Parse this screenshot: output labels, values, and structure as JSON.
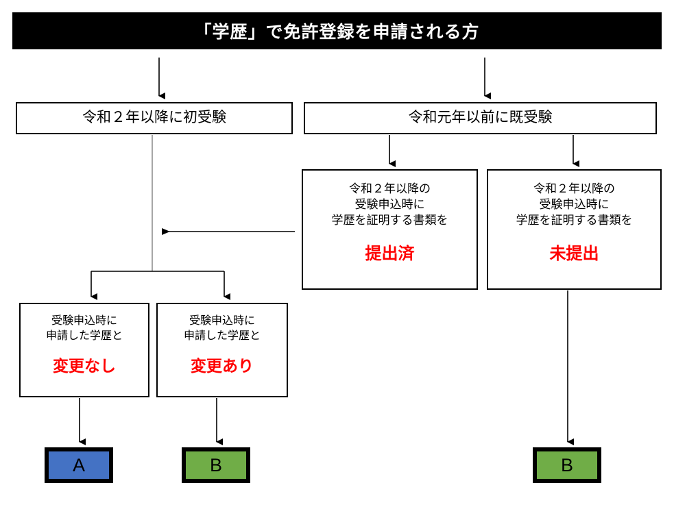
{
  "title": {
    "text": "「学歴」で免許登録を申請される方",
    "background": "#000000",
    "color": "#ffffff"
  },
  "colors": {
    "emphasis_red": "#ff0000",
    "result_a_fill": "#4472c4",
    "result_b_fill": "#70ad47",
    "border": "#000000",
    "page_background": "#ffffff"
  },
  "nodes": {
    "first_exam": {
      "line1": "令和２年以降に初受験"
    },
    "prev_exam": {
      "line1": "令和元年以前に既受験"
    },
    "submitted": {
      "line1": "令和２年以降の",
      "line2": "受験申込時に",
      "line3": "学歴を証明する書類を",
      "emphasis": "提出済"
    },
    "not_submitted": {
      "line1": "令和２年以降の",
      "line2": "受験申込時に",
      "line3": "学歴を証明する書類を",
      "emphasis": "未提出"
    },
    "no_change": {
      "line1": "受験申込時に",
      "line2": "申請した学歴と",
      "emphasis": "変更なし"
    },
    "changed": {
      "line1": "受験申込時に",
      "line2": "申請した学歴と",
      "emphasis": "変更あり"
    }
  },
  "results": {
    "a": {
      "label": "A",
      "fill": "#4472c4"
    },
    "b_left": {
      "label": "B",
      "fill": "#70ad47"
    },
    "b_right": {
      "label": "B",
      "fill": "#70ad47"
    }
  }
}
